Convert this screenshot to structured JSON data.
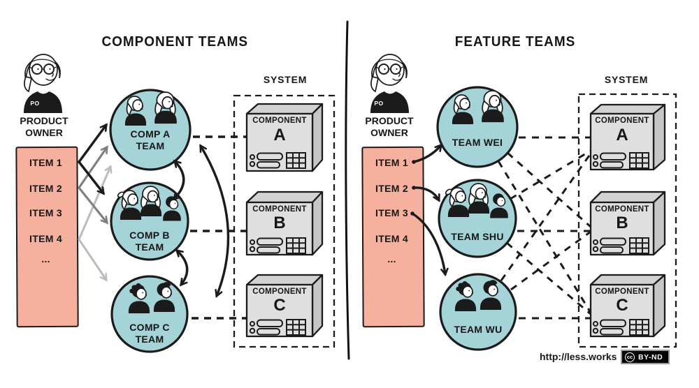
{
  "left_panel": {
    "title": "COMPONENT TEAMS",
    "product_owner": {
      "badge": "PO",
      "label_line1": "PRODUCT",
      "label_line2": "OWNER"
    },
    "backlog_items": [
      "ITEM 1",
      "ITEM 2",
      "ITEM 3",
      "ITEM 4",
      "..."
    ],
    "teams": [
      {
        "line1": "COMP A",
        "line2": "TEAM"
      },
      {
        "line1": "COMP B",
        "line2": "TEAM"
      },
      {
        "line1": "COMP C",
        "line2": "TEAM"
      }
    ],
    "system": {
      "label": "SYSTEM",
      "components": [
        {
          "title": "COMPONENT",
          "letter": "A"
        },
        {
          "title": "COMPONENT",
          "letter": "B"
        },
        {
          "title": "COMPONENT",
          "letter": "C"
        }
      ]
    }
  },
  "right_panel": {
    "title": "FEATURE TEAMS",
    "product_owner": {
      "badge": "PO",
      "label_line1": "PRODUCT",
      "label_line2": "OWNER"
    },
    "backlog_items": [
      "ITEM 1",
      "ITEM 2",
      "ITEM 3",
      "ITEM 4",
      "..."
    ],
    "teams": [
      {
        "name": "TEAM WEI"
      },
      {
        "name": "TEAM SHU"
      },
      {
        "name": "TEAM WU"
      }
    ],
    "system": {
      "label": "SYSTEM",
      "components": [
        {
          "title": "COMPONENT",
          "letter": "A"
        },
        {
          "title": "COMPONENT",
          "letter": "B"
        },
        {
          "title": "COMPONENT",
          "letter": "C"
        }
      ]
    }
  },
  "footer": {
    "url": "http://less.works",
    "license_badge": {
      "icon_text": "cc",
      "label": "BY-ND"
    }
  },
  "colors": {
    "ink": "#1b1b1b",
    "team_circle": "#a4d3d8",
    "backlog": "#f6b19e",
    "component_front": "#dfdfdf",
    "arrow_black": "#1b1b1b",
    "arrow_dark_gray": "#7f7f7f",
    "arrow_light_gray": "#bdbdbd"
  }
}
